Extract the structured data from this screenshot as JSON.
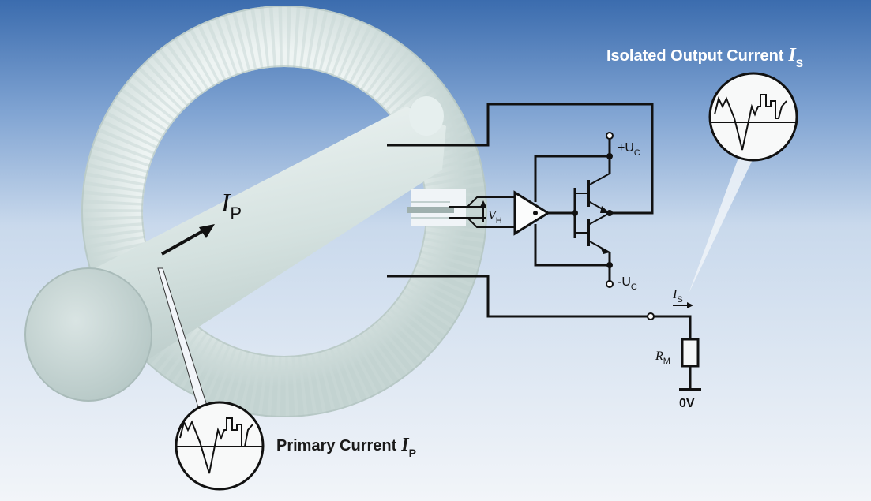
{
  "labels": {
    "isolated_output_current": "Isolated Output Current",
    "isolated_symbol": "I",
    "isolated_sub": "S",
    "primary_current": "Primary Current",
    "primary_symbol": "I",
    "primary_sub": "P",
    "conductor_symbol": "I",
    "conductor_sub": "P",
    "hall_voltage": "V",
    "hall_voltage_sub": "H",
    "plus_uc": "+U",
    "plus_uc_sub": "C",
    "minus_uc": "-U",
    "minus_uc_sub": "C",
    "is_label": "I",
    "is_label_sub": "S",
    "rm_label": "R",
    "rm_label_sub": "M",
    "ground_label": "0V"
  },
  "colors": {
    "sky_top": "#3d6fb0",
    "sky_mid": "#9bb9dd",
    "background": "#eef3f8",
    "toroid": "#e2ebe9",
    "conductor": "#dbe6e4",
    "wire": "#111111"
  }
}
